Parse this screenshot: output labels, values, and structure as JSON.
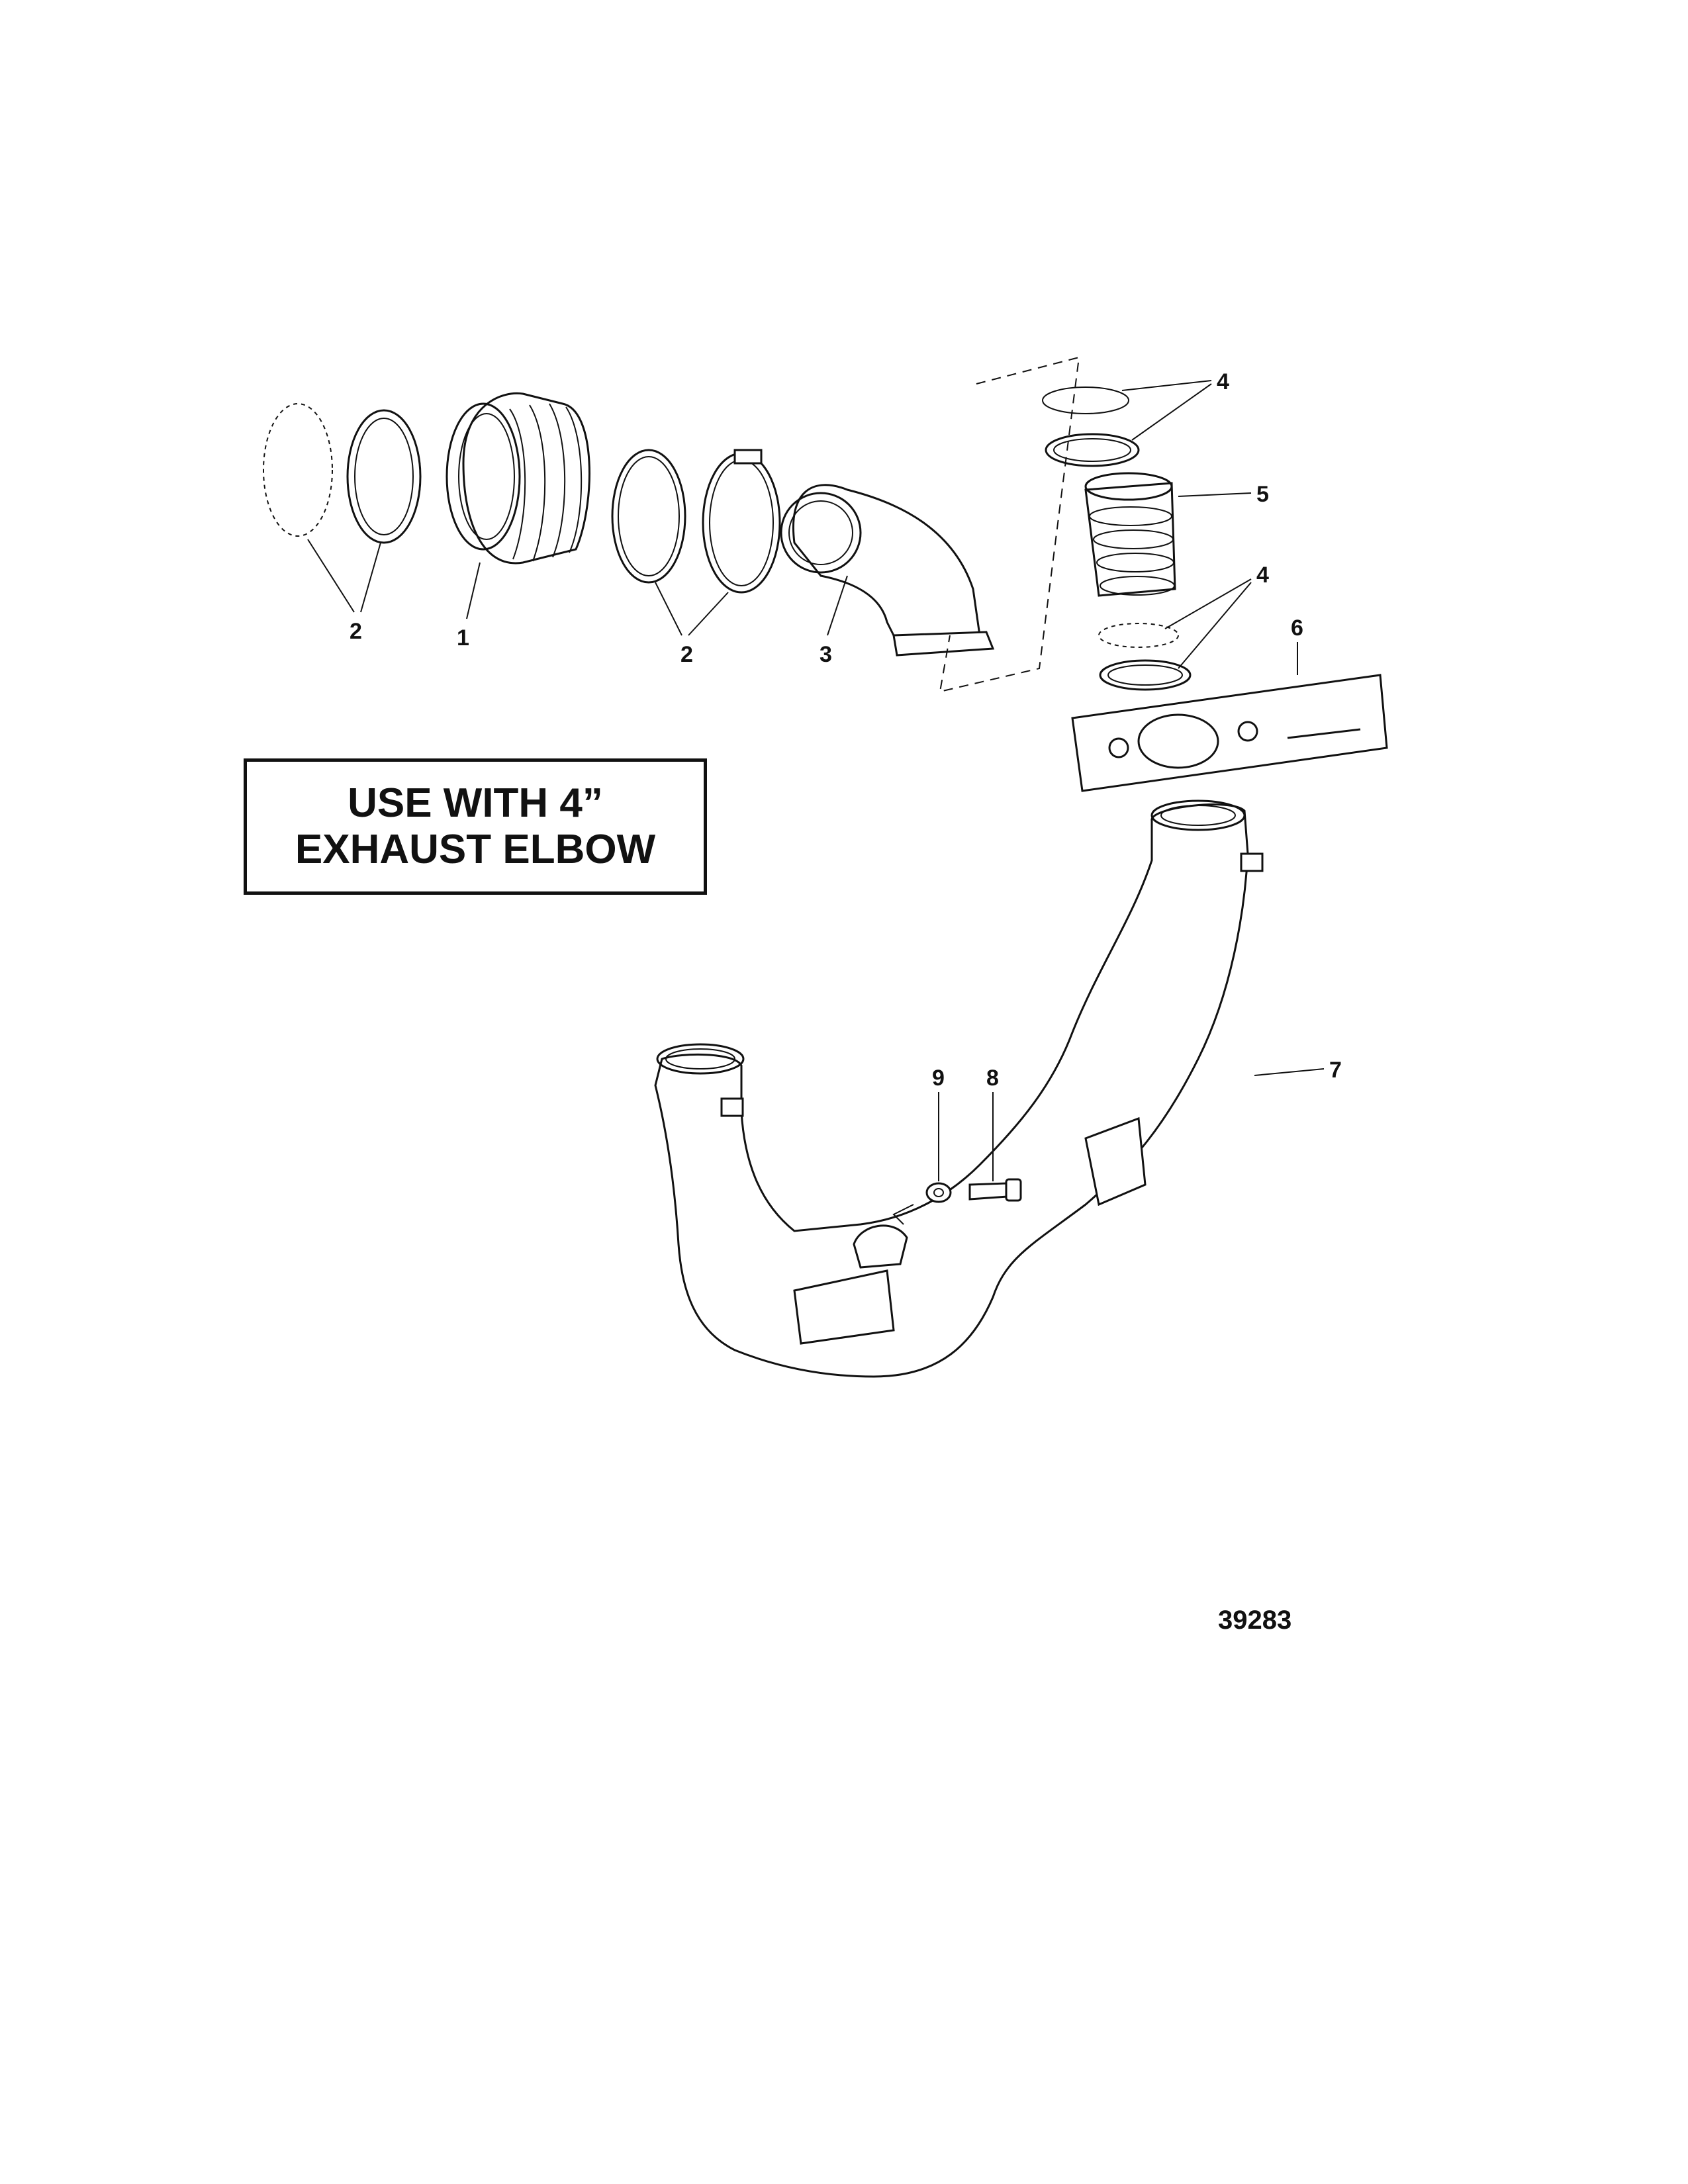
{
  "note": {
    "line1": "USE WITH 4”",
    "line2": "EXHAUST ELBOW"
  },
  "callouts": {
    "c1": "1",
    "c2a": "2",
    "c2b": "2",
    "c3": "3",
    "c4a": "4",
    "c4b": "4",
    "c5": "5",
    "c6": "6",
    "c7": "7",
    "c8": "8",
    "c9": "9"
  },
  "figure_number": "39283"
}
